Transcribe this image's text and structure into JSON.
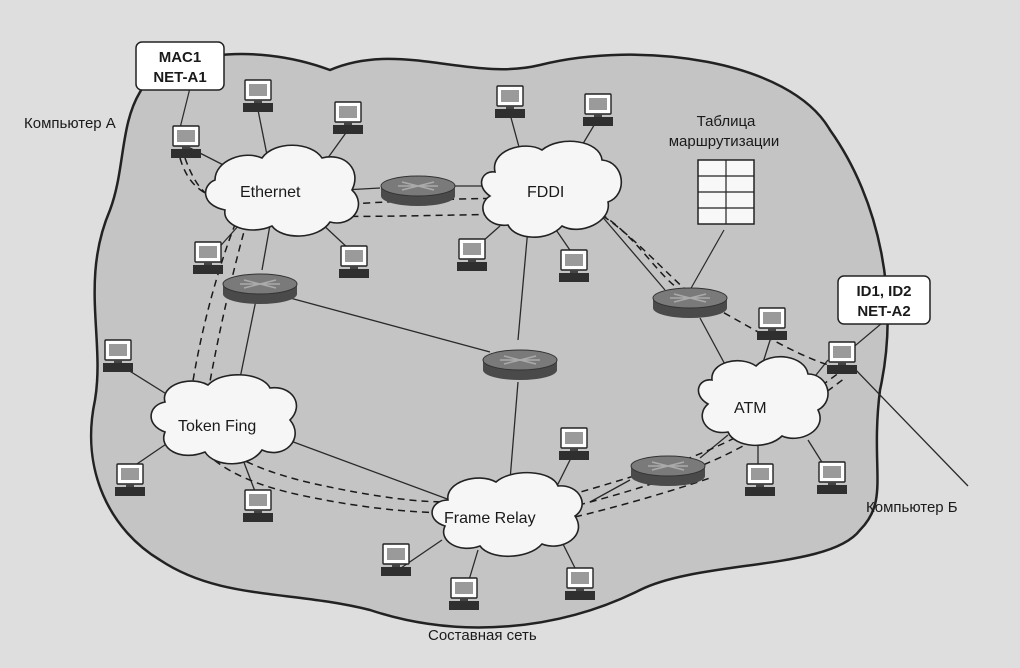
{
  "labels": {
    "computer_a": "Компьютер А",
    "computer_b": "Компьютер Б",
    "routing_table": "Таблица маршрутизации",
    "routing_table_line1": "Таблица",
    "routing_table_line2": "маршрутизации",
    "internetwork": "Составная сеть"
  },
  "networks": {
    "ethernet": "Ethernet",
    "fddi": "FDDI",
    "token_ring": "Token Fing",
    "atm": "ATM",
    "frame_relay": "Frame Relay"
  },
  "callouts": {
    "a_line1": "MAC1",
    "a_line2": "NET-A1",
    "b_line1": "ID1, ID2",
    "b_line2": "NET-A2"
  },
  "colors": {
    "background": "#dedede",
    "internetwork_fill": "#c4c4c4",
    "cloud_fill": "#f6f6f6",
    "router_fill": "#6e6e6e",
    "line": "#2a2a2a"
  }
}
